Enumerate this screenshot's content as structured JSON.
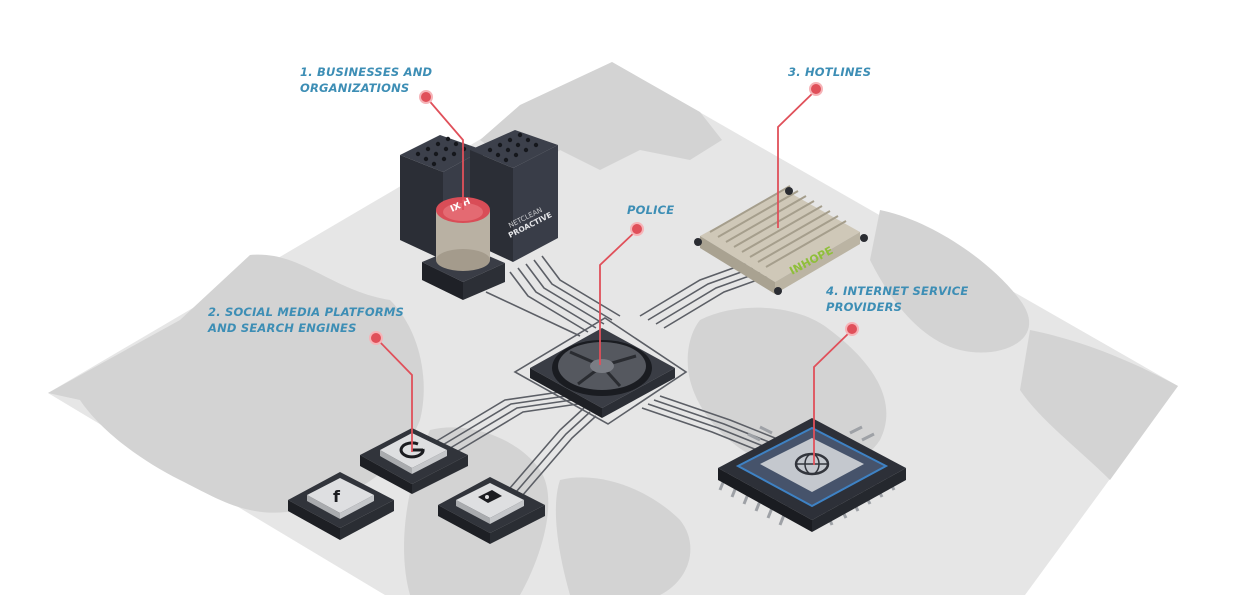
{
  "labels": {
    "businesses": {
      "line1": "1. BUSINESSES AND",
      "line2": "ORGANIZATIONS"
    },
    "social": {
      "line1": "2. SOCIAL MEDIA PLATFORMS",
      "line2": "AND SEARCH ENGINES"
    },
    "hotlines": {
      "line1": "3. HOTLINES"
    },
    "police": {
      "line1": "POLICE"
    },
    "isp": {
      "line1": "4. INTERNET SERVICE",
      "line2": "PROVIDERS"
    }
  },
  "device_texts": {
    "server_brand_1": "NETCLEAN",
    "server_brand_2": "PROACTIVE",
    "capacitor_mark": "IX H",
    "heatsink_brand": "INHOPE"
  },
  "colors": {
    "accent_blue": "#3d8eb5",
    "marker_red": "#e0505a",
    "map_base": "#e6e6e6",
    "land": "#d3d3d3",
    "chip_dark": "#2e3138",
    "inhope_green": "#8fbf3a"
  },
  "icons": [
    "google-icon",
    "facebook-icon",
    "dropbox-icon",
    "globe-icon",
    "fan-icon"
  ]
}
